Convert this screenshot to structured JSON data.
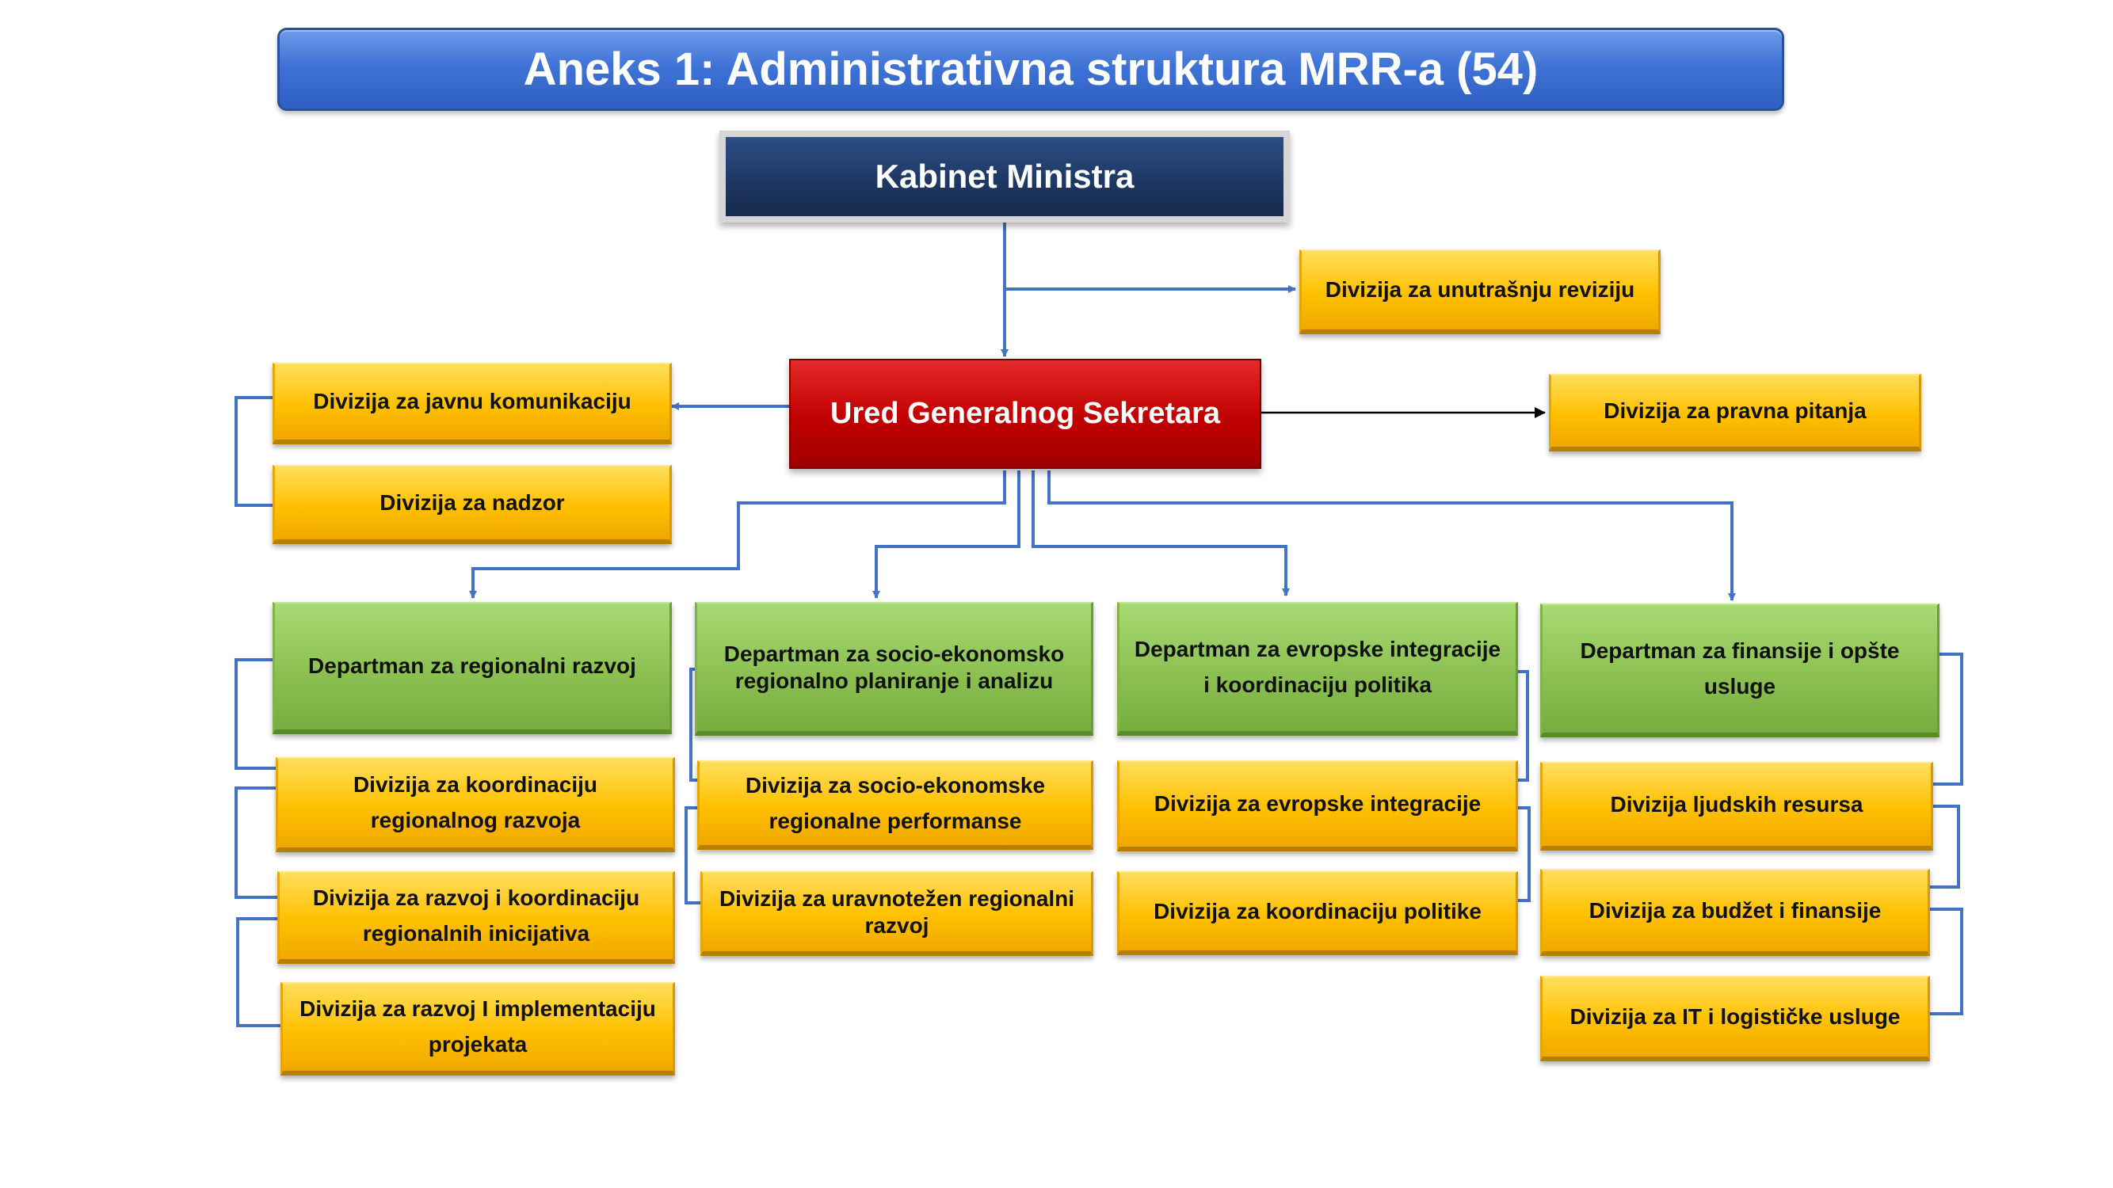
{
  "title": "Aneks 1:  Administrativna struktura MRR-a (54)",
  "colors": {
    "title_blue": "#4472c4",
    "cabinet_navy": "#1f3864",
    "secretary_red": "#c00000",
    "division_yellow": "#ffc000",
    "department_green": "#8cc152",
    "connector_blue": "#4472c4"
  },
  "cabinet": {
    "label": "Kabinet  Ministra"
  },
  "secretary": {
    "label": "Ured Generalnog Sekretara"
  },
  "internal_audit": {
    "label": "Divizija za unutrašnju reviziju"
  },
  "legal_affairs": {
    "label": "Divizija za pravna pitanja"
  },
  "public_communication": {
    "label": "Divizija za javnu komunikaciju"
  },
  "supervision": {
    "label": "Divizija za nadzor"
  },
  "departments": [
    {
      "label": "Departman za regionalni razvoj",
      "divisions": [
        "Divizija za koordinaciju regionalnog razvoja",
        "Divizija za razvoj i koordinaciju regionalnih inicijativa",
        "Divizija za razvoj I implementaciju projekata"
      ]
    },
    {
      "label": "Departman  za socio-ekonomsko regionalno planiranje i analizu",
      "divisions": [
        "Divizija za socio-ekonomske regionalne performanse",
        "Divizija za uravnotežen regionalni razvoj"
      ]
    },
    {
      "label": "Departman za evropske integracije i koordinaciju politika",
      "divisions": [
        "Divizija za evropske integracije",
        "Divizija  za koordinaciju politike"
      ]
    },
    {
      "label": "Departman za finansije i opšte usluge",
      "divisions": [
        "Divizija ljudskih resursa",
        "Divizija za budžet i finansije",
        "Divizija za IT i logističke usluge"
      ]
    }
  ]
}
